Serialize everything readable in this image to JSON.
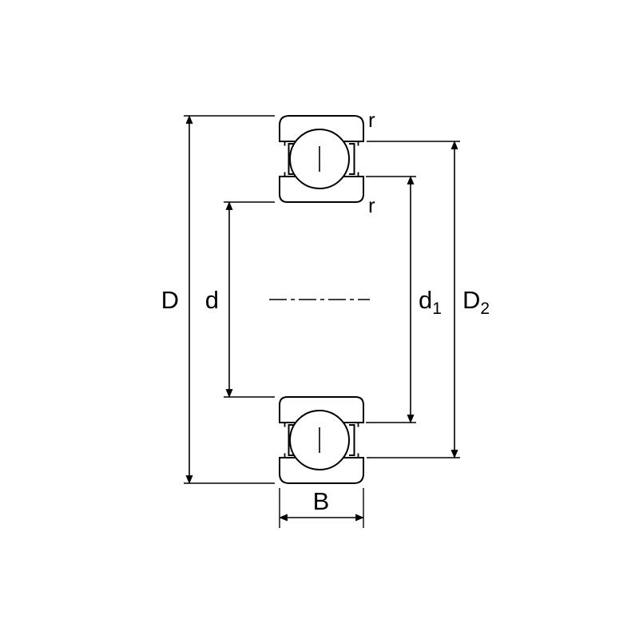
{
  "colors": {
    "line": "#000000",
    "background": "#ffffff"
  },
  "dimensions": {
    "outer_diameter": {
      "label": "D"
    },
    "bore_diameter": {
      "label": "d"
    },
    "shield_land_diameter": {
      "label": "d",
      "subscript": "1"
    },
    "recess_diameter": {
      "label": "D",
      "subscript": "2"
    },
    "width": {
      "label": "B"
    },
    "outer_ring_corner_radius": {
      "label": "r"
    },
    "inner_ring_corner_radius": {
      "label": "r"
    }
  }
}
